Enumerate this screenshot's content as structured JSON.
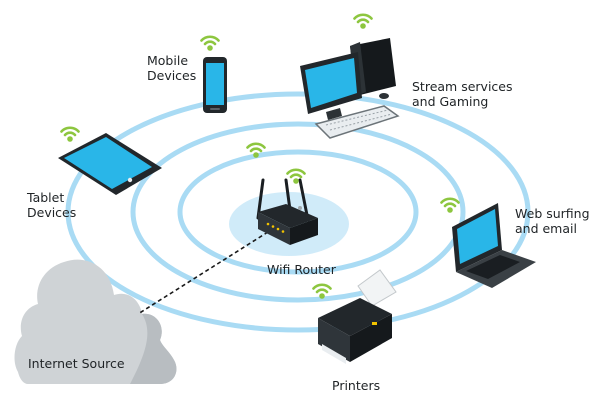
{
  "colors": {
    "ring": "#a9dbf4",
    "wifi": "#8dc63f",
    "screen": "#29b6e8",
    "device_body": "#22272b",
    "cloud": "#cfd3d6",
    "link": "#1a1a1a"
  },
  "nodes": {
    "mobile": {
      "line1": "Mobile",
      "line2": "Devices",
      "icon": "smartphone-icon"
    },
    "desktop": {
      "line1": "Stream services",
      "line2": "and Gaming",
      "icon": "desktop-computer-icon"
    },
    "tablet": {
      "line1": "Tablet",
      "line2": "Devices",
      "icon": "tablet-icon"
    },
    "laptop": {
      "line1": "Web surfing",
      "line2": "and email",
      "icon": "laptop-icon"
    },
    "router": {
      "label": "Wifi Router",
      "icon": "wifi-router-icon"
    },
    "internet": {
      "label": "Internet Source",
      "icon": "cloud-icon"
    },
    "printer": {
      "label": "Printers",
      "icon": "printer-icon"
    }
  }
}
